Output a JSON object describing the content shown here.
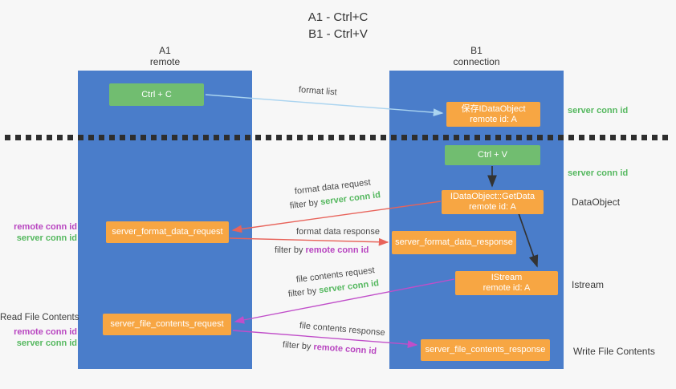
{
  "title": {
    "line1": "A1 - Ctrl+C",
    "line2": "B1 - Ctrl+V"
  },
  "columns": {
    "a_line1": "A1",
    "a_line2": "remote",
    "b_line1": "B1",
    "b_line2": "connection"
  },
  "boxes": {
    "ctrl_c": "Ctrl + C",
    "ctrl_v": "Ctrl + V",
    "save_idataobject_line1": "保存IDataObject",
    "save_idataobject_line2": "remote id: A",
    "getdata_line1": "IDataObject::GetData",
    "getdata_line2": "remote id: A",
    "istream_line1": "IStream",
    "istream_line2": "remote id: A",
    "format_request": "server_format_data_request",
    "format_response": "server_format_data_response",
    "file_request": "server_file_contents_request",
    "file_response": "server_file_contents_response"
  },
  "labels": {
    "format_list": "format list",
    "format_data_request": "format data request",
    "format_data_response": "format data response",
    "file_contents_request": "file contents request",
    "file_contents_response": "file contents response",
    "filter_by": "filter by",
    "server_conn_id": "server conn id",
    "remote_conn_id": "remote conn id",
    "read_file_contents": "Read File Contents",
    "write_file_contents": "Write File Contents",
    "dataobject": "DataObject",
    "istream": "Istream"
  },
  "colors": {
    "column_blue": "#4a7dca",
    "box_green": "#71bd70",
    "box_orange": "#f7a643",
    "green_text": "#55b85f",
    "purple_text": "#b845c0",
    "red_arrow": "#e8635a",
    "magenta_arrow": "#c04ec9",
    "blue_arrow": "#aad4f0",
    "black_arrow": "#333333"
  }
}
